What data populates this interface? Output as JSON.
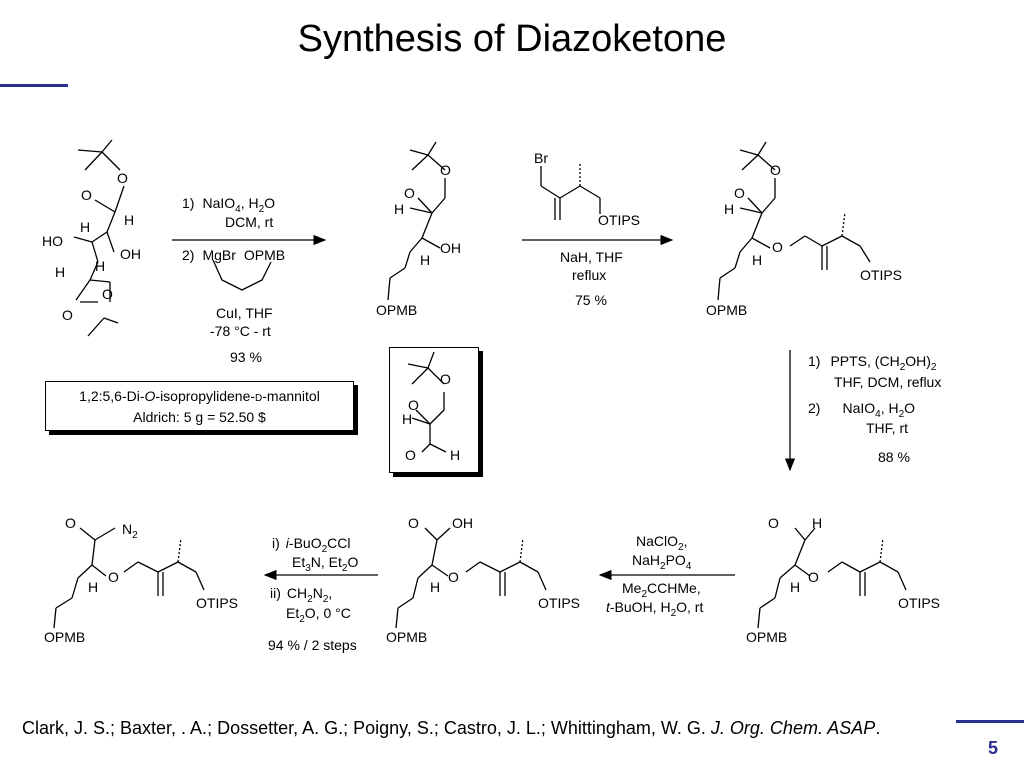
{
  "slide": {
    "title": "Synthesis of Diazoketone",
    "page_number": "5",
    "accent_color": "#2b2f8f"
  },
  "citation": {
    "authors": "Clark, J. S.; Baxter, . A.; Dossetter, A. G.; Poigny, S.; Castro, J. L.; Whittingham, W. G.",
    "journal": "J. Org. Chem. ASAP",
    "period": "."
  },
  "mannitol_box": {
    "line1_prefix": "1,2:5,6-Di-",
    "line1_italic": "O",
    "line1_mid": "-isopropylidene-",
    "line1_small": "D",
    "line1_suffix": "-mannitol",
    "line2": "Aldrich: 5 g = 52.50 $"
  },
  "atoms": {
    "O": "O",
    "H": "H",
    "OH": "OH",
    "HO": "HO",
    "Br": "Br",
    "OPMB": "OPMB",
    "OTIPS": "OTIPS",
    "N2": "N"
  },
  "step1": {
    "l1_num": "1)",
    "l1_a": "NaIO",
    "l1_sub": "4",
    "l1_b": ", H",
    "l1_sub2": "2",
    "l1_c": "O",
    "l2": "DCM, rt",
    "l3_num": "2)",
    "l3_a": "MgBr",
    "l3_b": "OPMB",
    "l4": "CuI, THF",
    "l5": "-78 °C - rt",
    "yield": "93 %"
  },
  "step2": {
    "l1": "NaH, THF",
    "l2": "reflux",
    "yield": "75 %"
  },
  "step3": {
    "l1_num": "1)",
    "l1_a": "PPTS, (CH",
    "l1_sub": "2",
    "l1_b": "OH)",
    "l1_sub2": "2",
    "l2": "THF, DCM, reflux",
    "l3_num": "2)",
    "l3_a": "NaIO",
    "l3_sub": "4",
    "l3_b": ", H",
    "l3_sub2": "2",
    "l3_c": "O",
    "l4": "THF, rt",
    "yield": "88 %"
  },
  "step4": {
    "l1_a": "NaClO",
    "l1_sub": "2",
    "l1_b": ",",
    "l2_a": "NaH",
    "l2_sub": "2",
    "l2_b": "PO",
    "l2_sub2": "4",
    "l3_a": "Me",
    "l3_sub": "2",
    "l3_b": "CCHMe,",
    "l4_a": "t",
    "l4_b": "-BuOH, H",
    "l4_sub": "2",
    "l4_c": "O, rt"
  },
  "step5": {
    "l1_num": "i)",
    "l1_a": "i",
    "l1_b": "-BuO",
    "l1_sub": "2",
    "l1_c": "CCl",
    "l2_a": "Et",
    "l2_sub": "3",
    "l2_b": "N, Et",
    "l2_sub2": "2",
    "l2_c": "O",
    "l3_num": "ii)",
    "l3_a": "CH",
    "l3_sub": "2",
    "l3_b": "N",
    "l3_sub2": "2",
    "l3_c": ",",
    "l4_a": "Et",
    "l4_sub": "2",
    "l4_b": "O, 0 °C",
    "yield": "94 % / 2 steps"
  },
  "n2_sub": "2"
}
